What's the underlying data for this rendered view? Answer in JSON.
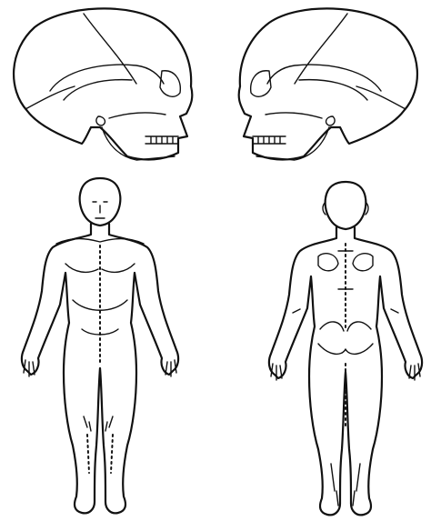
{
  "figure": {
    "panels": [
      {
        "id": "skull-right-lateral",
        "icon": "skull-icon"
      },
      {
        "id": "skull-left-lateral",
        "icon": "skull-icon"
      },
      {
        "id": "body-anterior",
        "icon": "human-body-icon"
      },
      {
        "id": "body-posterior",
        "icon": "human-body-icon"
      }
    ],
    "line_color": "#111111",
    "background": "#ffffff"
  }
}
